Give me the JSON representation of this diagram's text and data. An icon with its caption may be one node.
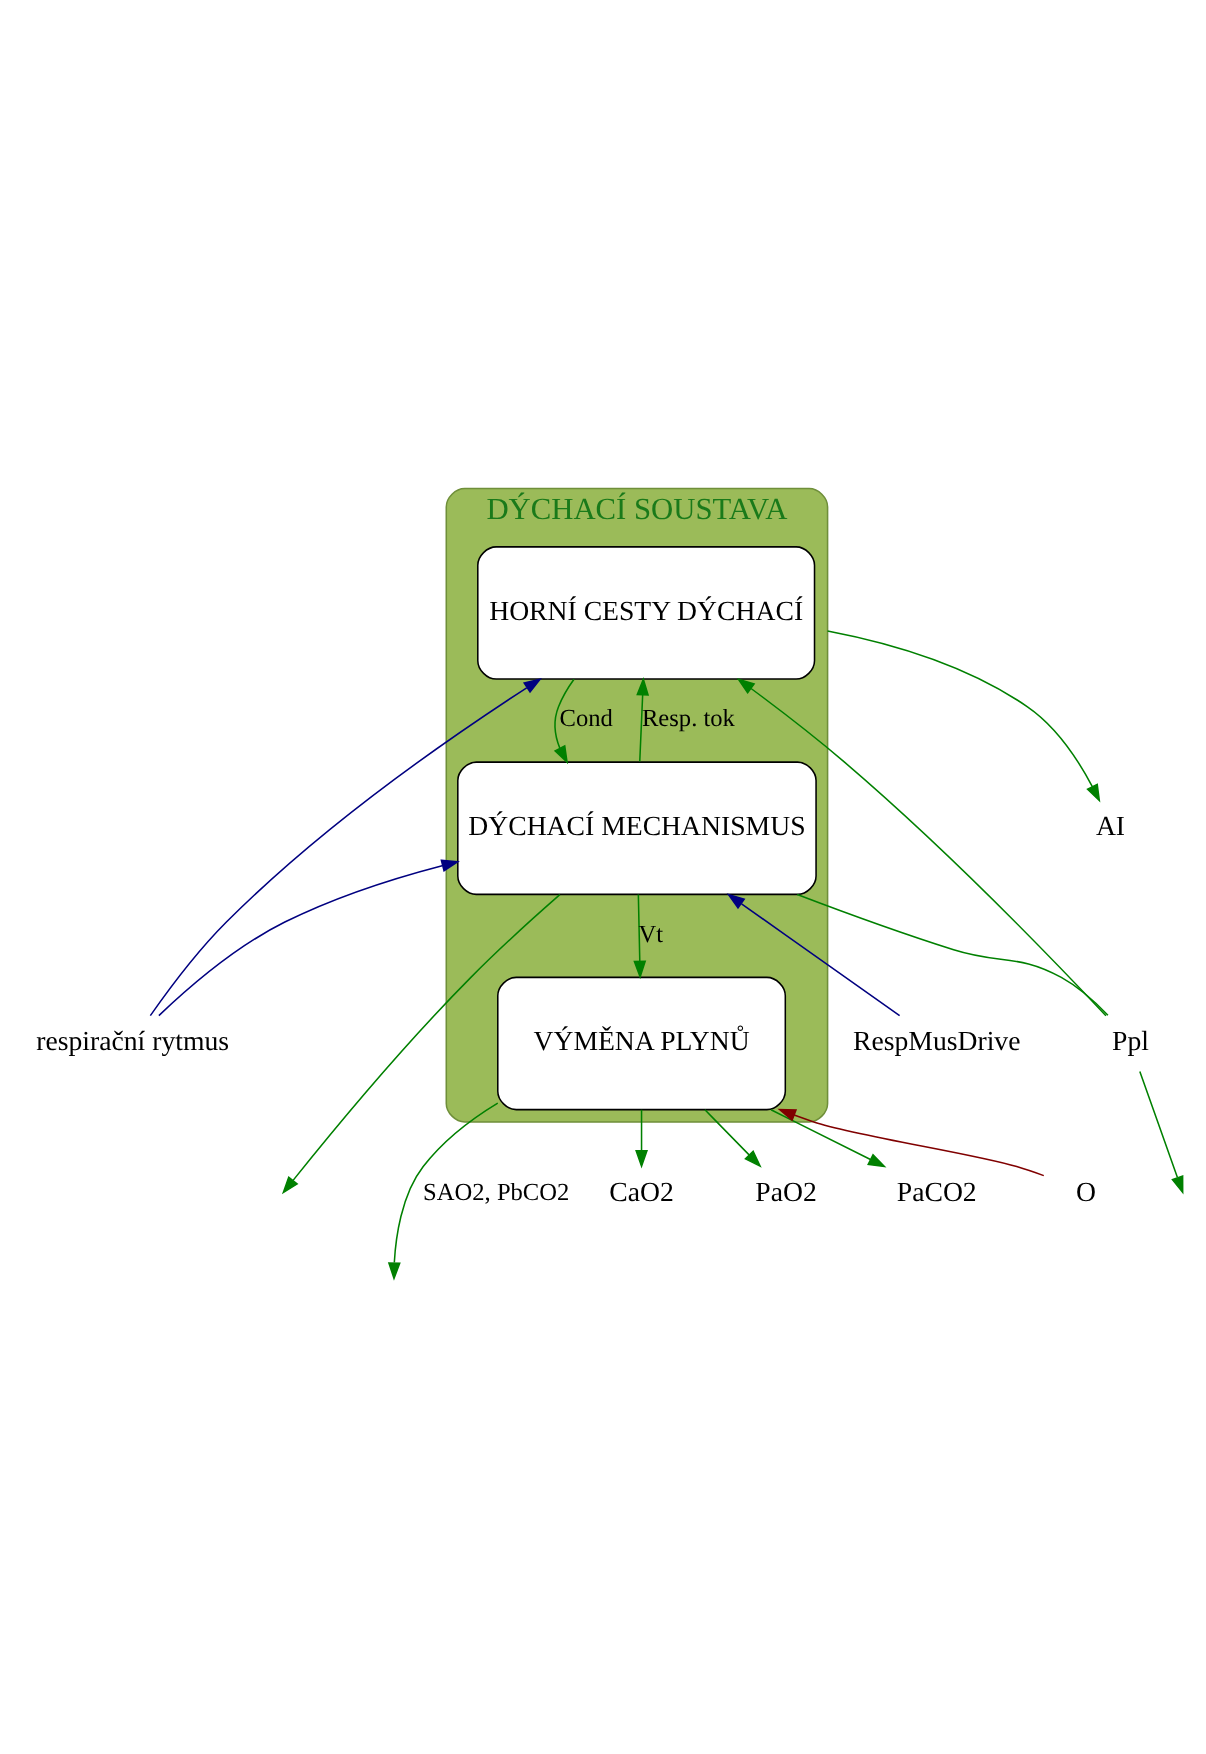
{
  "diagram": {
    "nodes": [
      {
        "text": [
          "DÝCHACÍ SOUSTAVA"
        ]
      },
      {
        "text": [
          "HORNÍ CESTY DÝCHACÍ"
        ],
        "in": 0
      },
      {
        "text": [
          "DÝCHACÍ MECHANISMUS"
        ],
        "in": 0
      },
      {
        "text": [
          "VÝMĚNA PLYNŮ"
        ],
        "in": 0
      },
      {
        "text": [
          "respirační rytmus"
        ]
      },
      {
        "text": [
          "RespMusDrive"
        ]
      },
      {
        "text": [
          "Ppl"
        ]
      },
      {
        "text": [
          "CaO2"
        ]
      },
      {
        "text": [
          "PaO2"
        ]
      },
      {
        "text": [
          "PaCO2"
        ]
      },
      {
        "text": [
          "AI"
        ]
      },
      {
        "text": [
          "O"
        ]
      }
    ],
    "edges": [
      {
        "from": 4,
        "to": 1,
        "arrow": "to",
        "color": "#000080"
      },
      {
        "from": 4,
        "to": 2,
        "arrow": "to",
        "color": "#000080"
      },
      {
        "from": 5,
        "to": 2,
        "arrow": "to",
        "color": "#000080"
      },
      {
        "from": 1,
        "to": 2,
        "arrow": "to",
        "label": "Cond"
      },
      {
        "from": 2,
        "to": 1,
        "arrow": "to",
        "label": "Resp. tok"
      },
      {
        "from": 2,
        "to": 6,
        "arrow": "none"
      },
      {
        "from": 6,
        "to": 1,
        "arrow": "to"
      },
      {
        "from": 6,
        "to": null,
        "arrow": "to"
      },
      {
        "from": 2,
        "to": 3,
        "arrow": "to",
        "label": "Vt"
      },
      {
        "from": 2,
        "to": null,
        "arrow": "to"
      },
      {
        "from": 3,
        "to": 7,
        "arrow": "to"
      },
      {
        "from": 3,
        "to": 8,
        "arrow": "to"
      },
      {
        "from": 3,
        "to": 9,
        "arrow": "to"
      },
      {
        "from": 3,
        "to": null,
        "arrow": "to",
        "label": "SAO2, PbCO2"
      },
      {
        "from": 11,
        "to": 3,
        "arrow": "to",
        "color": "#800000"
      },
      {
        "from": 0,
        "to": 10,
        "arrow": "to"
      }
    ]
  }
}
